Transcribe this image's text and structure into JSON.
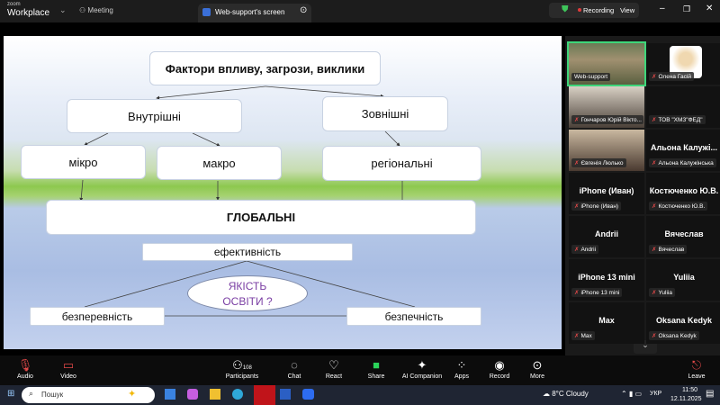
{
  "topbar": {
    "brand_top": "zoom",
    "brand": "Workplace",
    "meeting": "Meeting",
    "tab": "Web-support's screen",
    "recording": "Recording",
    "view": "View"
  },
  "slide": {
    "title": "Фактори впливу, загрози, виклики",
    "internal": "Внутрішні",
    "external": "Зовнішні",
    "micro": "мікро",
    "macro": "макро",
    "regional": "регіональні",
    "global": "ГЛОБАЛЬНІ",
    "efficiency": "ефективність",
    "quality_line1": "ЯКІСТЬ",
    "quality_line2": "ОСВІТИ ?",
    "continuity": "безперевність",
    "safety": "безпечність"
  },
  "participants": [
    {
      "name": "",
      "label": "Web-support",
      "video": true
    },
    {
      "name": "",
      "label": "Олена Гасій",
      "video": true
    },
    {
      "name": "",
      "label": "Гончаров Юрій Вікто...",
      "video": true
    },
    {
      "name": "",
      "label": "ТОВ \"ХМЗ\"ФЕД\"",
      "video": false
    },
    {
      "name": "",
      "label": "Євгенія Люлько",
      "video": true
    },
    {
      "name": "Альона Калужі...",
      "label": "Альона Калужінська",
      "video": false
    },
    {
      "name": "iPhone (Иван)",
      "label": "iPhone (Иван)"
    },
    {
      "name": "Костюченко Ю.В.",
      "label": "Костюченко Ю.В."
    },
    {
      "name": "Andrii",
      "label": "Andrii"
    },
    {
      "name": "Вячеслав",
      "label": "Вячеслав"
    },
    {
      "name": "iPhone 13 mini",
      "label": "iPhone 13 mini"
    },
    {
      "name": "Yuliia",
      "label": "Yuliia"
    },
    {
      "name": "Max",
      "label": "Max"
    },
    {
      "name": "Oksana Kedyk",
      "label": "Oksana Kedyk"
    }
  ],
  "toolbar": {
    "audio": "Audio",
    "video": "Video",
    "participants": "Participants",
    "participants_count": "108",
    "chat": "Chat",
    "react": "React",
    "share": "Share",
    "ai": "AI Companion",
    "apps": "Apps",
    "record": "Record",
    "more": "More",
    "leave": "Leave"
  },
  "taskbar": {
    "search": "Пошук",
    "weather": "8°C  Cloudy",
    "lang": "УКР",
    "time": "11:50",
    "date": "12.11.2025"
  }
}
